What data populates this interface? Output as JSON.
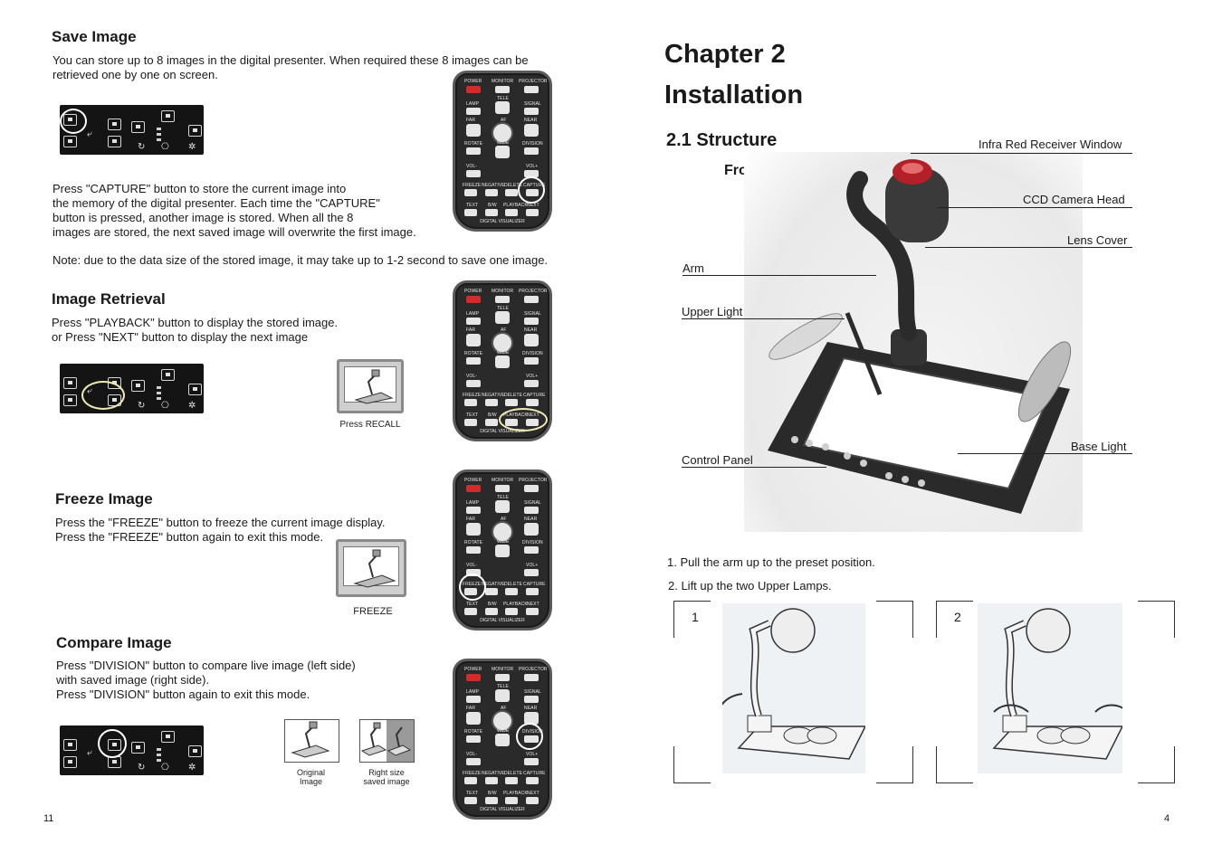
{
  "left_page": {
    "page_number": "11",
    "save": {
      "title": "Save Image",
      "intro": "You can store up to 8 images in the digital presenter. When required these 8 images can be\nretrieved one by one on screen.",
      "body": "Press \"CAPTURE\" button to store the current image into\nthe memory of the digital presenter. Each time the \"CAPTURE\"\nbutton is pressed, another image is stored. When all the 8\nimages are stored, the next saved image will overwrite the first image.",
      "note": "Note: due to the data size of the stored image, it may take up to 1-2 second to save one image."
    },
    "retrieval": {
      "title": "Image Retrieval",
      "body": "Press \"PLAYBACK\" button to display the stored image.\nor Press \"NEXT\" button to display the next image",
      "caption": "Press RECALL"
    },
    "freeze": {
      "title": "Freeze Image",
      "body": "Press the \"FREEZE\" button to freeze the current image display.\nPress the \"FREEZE\" button again to exit this mode.",
      "caption": "FREEZE"
    },
    "compare": {
      "title": "Compare Image",
      "body": "Press \"DIVISION\" button to compare live image (left side)\nwith saved image (right side).\nPress \"DIVISION\" button again to exit this mode.",
      "caption_left": "Original\nImage",
      "caption_right": "Right size\nsaved image"
    },
    "remote": {
      "power": "POWER",
      "monitor": "MONITOR",
      "projector": "PROJECTOR",
      "tele": "TELE",
      "lamp": "LAMP",
      "signal": "SIGNAL",
      "far": "FAR",
      "af": "AF",
      "near": "NEAR",
      "rotate": "ROTATE",
      "wide": "WIDE",
      "division": "DIVISION",
      "vol_minus": "VOL-",
      "vol_plus": "VOL+",
      "freeze": "FREEZE",
      "negative": "NEGATIVE",
      "delete": "DELETE",
      "capture": "CAPTURE",
      "text": "TEXT",
      "bw": "B/W",
      "playback": "PLAYBACK",
      "next": "NEXT",
      "brand": "DIGITAL VISUALIZER"
    }
  },
  "right_page": {
    "page_number": "4",
    "chapter": "Chapter 2",
    "chapter_title": "Installation",
    "section": "2.1 Structure",
    "subsection": "Front View",
    "labels": {
      "ir_window": "Infra Red Receiver Window",
      "ccd_head": "CCD Camera Head",
      "lens_cover": "Lens Cover",
      "arm": "Arm",
      "upper_light": "Upper Light",
      "base_light": "Base Light",
      "control_panel": "Control Panel"
    },
    "steps": [
      "1. Pull the arm up to the preset position.",
      "2. Lift up the two Upper Lamps."
    ],
    "figure_numbers": [
      "1",
      "2"
    ]
  }
}
